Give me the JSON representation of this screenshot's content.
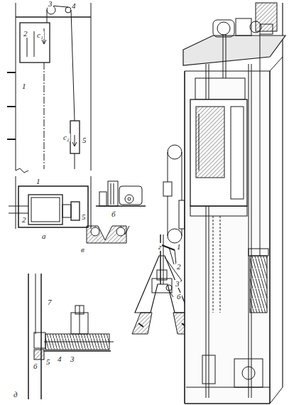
{
  "diagram": {
    "labels": [
      "3",
      "4",
      "2",
      "с₁",
      "1",
      "с₂",
      "5",
      "1",
      "2",
      "5",
      "а",
      "б",
      "в",
      "г",
      "1",
      "2",
      "3",
      "6",
      "7",
      "6",
      "5",
      "4",
      "3",
      "д"
    ]
  }
}
